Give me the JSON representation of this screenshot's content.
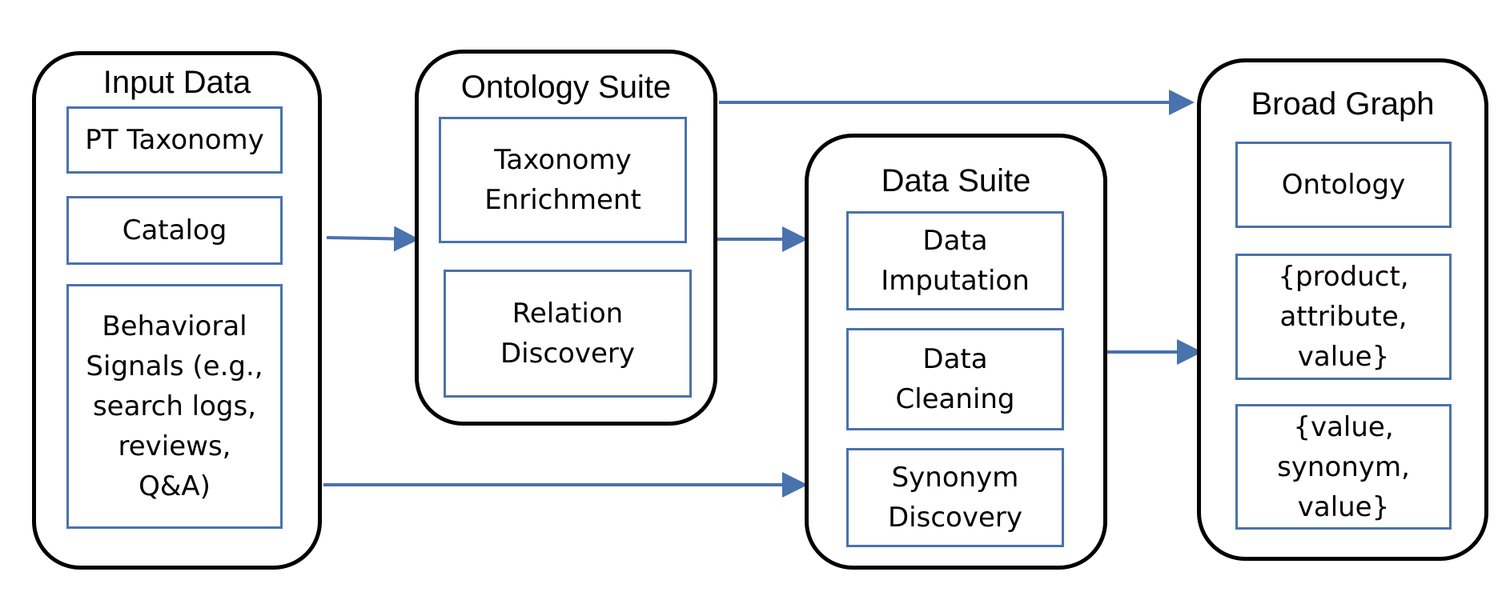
{
  "colors": {
    "box_border": "#4a72ad",
    "arrow": "#4a72ad",
    "group_border": "#000000"
  },
  "groups": {
    "input_data": {
      "title": "Input Data",
      "items": [
        "PT Taxonomy",
        "Catalog",
        "Behavioral\nSignals (e.g.,\nsearch logs,\nreviews,\nQ&A)"
      ]
    },
    "ontology_suite": {
      "title": "Ontology Suite",
      "items": [
        "Taxonomy\nEnrichment",
        "Relation\nDiscovery"
      ]
    },
    "data_suite": {
      "title": "Data Suite",
      "items": [
        "Data\nImputation",
        "Data\nCleaning",
        "Synonym\nDiscovery"
      ]
    },
    "broad_graph": {
      "title": "Broad Graph",
      "items": [
        "Ontology",
        "{product,\nattribute,\nvalue}",
        "{value,\nsynonym,\nvalue}"
      ]
    }
  },
  "arrows": [
    {
      "from": "input_data",
      "to": "ontology_suite"
    },
    {
      "from": "input_data",
      "to": "data_suite"
    },
    {
      "from": "ontology_suite",
      "to": "data_suite"
    },
    {
      "from": "ontology_suite",
      "to": "broad_graph"
    },
    {
      "from": "data_suite",
      "to": "broad_graph"
    }
  ]
}
